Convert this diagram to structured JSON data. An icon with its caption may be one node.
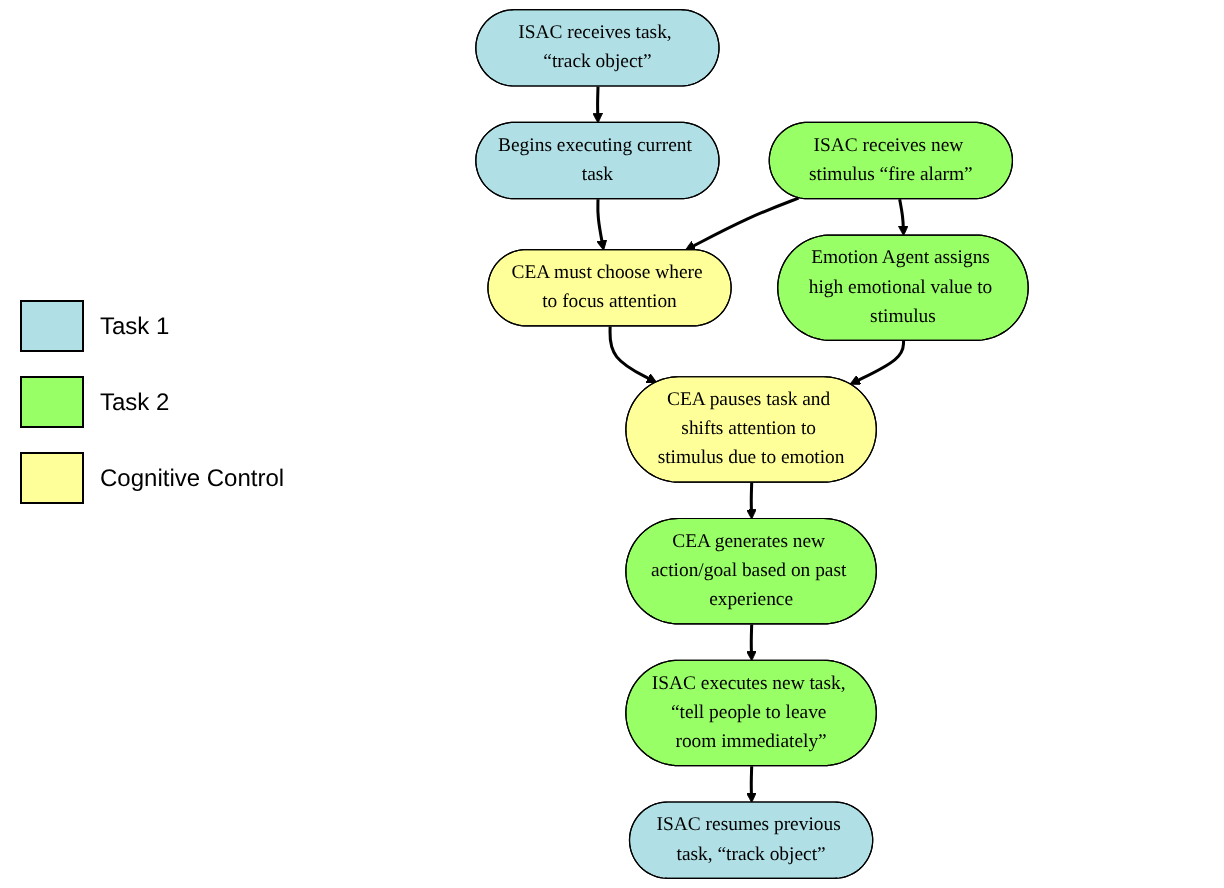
{
  "diagram": {
    "nodes": [
      {
        "text": [
          "ISAC receives task, “track object”"
        ]
      },
      {
        "text": [
          "Begins executing current task"
        ]
      },
      {
        "text": [
          "ISAC receives new stimulus “fire alarm”"
        ]
      },
      {
        "text": [
          "CEA must choose where to focus attention"
        ]
      },
      {
        "text": [
          "Emotion Agent assigns high emotional value to stimulus"
        ]
      },
      {
        "text": [
          "CEA pauses task and shifts attention to stimulus due to emotion"
        ]
      },
      {
        "text": [
          "CEA generates new action/goal based on past experience"
        ]
      },
      {
        "text": [
          "ISAC executes new task, “tell people to leave room immediately”"
        ]
      },
      {
        "text": [
          "ISAC resumes previous task, “track object”"
        ]
      }
    ],
    "edges": [
      {
        "from": 0,
        "to": 1,
        "arrow": "to"
      },
      {
        "from": 1,
        "to": 3,
        "arrow": "to"
      },
      {
        "from": 2,
        "to": 3,
        "arrow": "to"
      },
      {
        "from": 2,
        "to": 4,
        "arrow": "to"
      },
      {
        "from": 3,
        "to": 5,
        "arrow": "to"
      },
      {
        "from": 4,
        "to": 5,
        "arrow": "to"
      },
      {
        "from": 5,
        "to": 6,
        "arrow": "to"
      },
      {
        "from": 6,
        "to": 7,
        "arrow": "to"
      },
      {
        "from": 7,
        "to": 8,
        "arrow": "to"
      }
    ],
    "legend": [
      {
        "text": "Task 1",
        "color": "#b0e0e6"
      },
      {
        "text": "Task 2",
        "color": "#99ff66"
      },
      {
        "text": "Cognitive Control",
        "color": "#ffff99"
      }
    ]
  }
}
